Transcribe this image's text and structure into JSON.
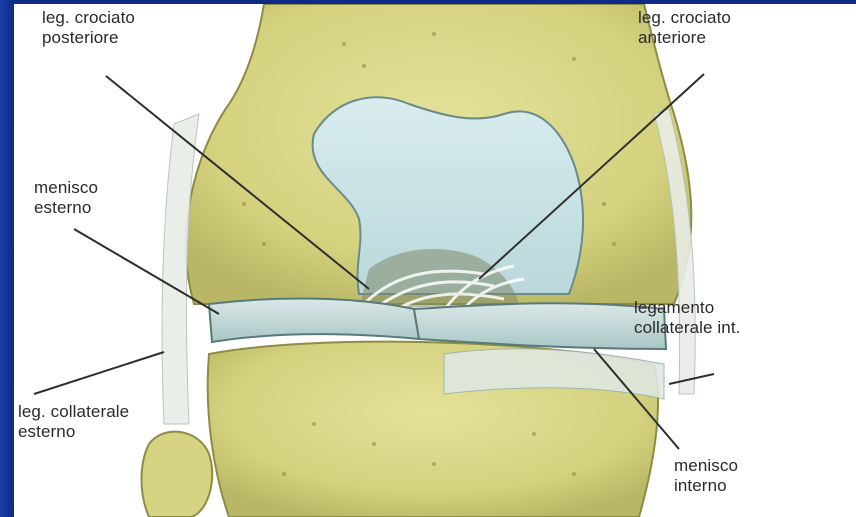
{
  "labels": {
    "posterior_cruciate": "leg. crociato\nposteriore",
    "anterior_cruciate": "leg. crociato\nanteriore",
    "lateral_meniscus": "menisco\nesterno",
    "medial_collateral": "legamento\ncollaterale int.",
    "lateral_collateral": "leg. collaterale\nesterno",
    "medial_meniscus": "menisco\ninterno"
  },
  "colors": {
    "background": "#0d2b86",
    "bone": "#d8d68a",
    "cartilage": "#cfe6e8",
    "ligament": "#e4ebe6",
    "leader_line": "#2e2e2e"
  }
}
